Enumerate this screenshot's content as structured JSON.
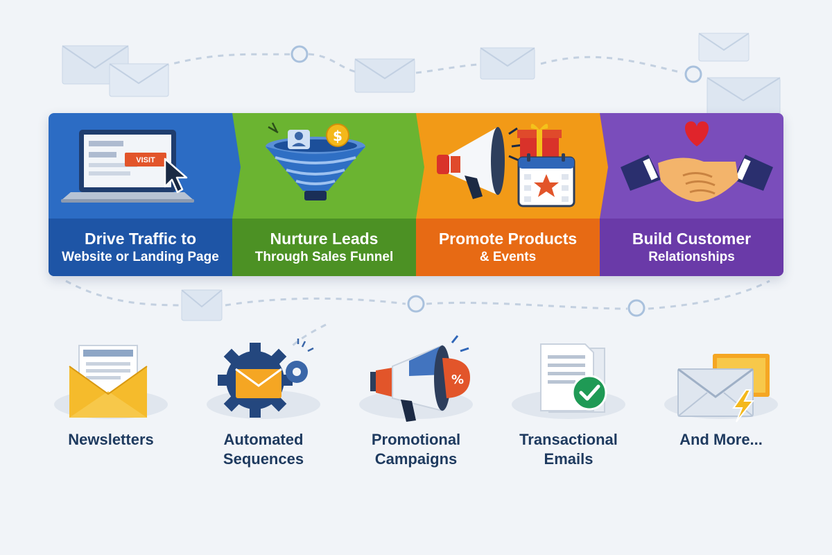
{
  "banner": {
    "panels": [
      {
        "line1": "Drive Traffic to",
        "line2": "Website or Landing Page",
        "badge": "VISIT",
        "color": "#2c6cc4"
      },
      {
        "line1": "Nurture Leads",
        "line2": "Through Sales Funnel",
        "badge": "$",
        "color": "#6bb431"
      },
      {
        "line1": "Promote Products",
        "line2": "& Events",
        "color": "#f29a17"
      },
      {
        "line1": "Build Customer",
        "line2": "Relationships",
        "color": "#7a4dbb"
      }
    ]
  },
  "email_types": [
    {
      "line1": "Newsletters",
      "line2": "",
      "icon": "newsletter-envelope-icon"
    },
    {
      "line1": "Automated",
      "line2": "Sequences",
      "icon": "gear-envelope-icon"
    },
    {
      "line1": "Promotional",
      "line2": "Campaigns",
      "icon": "megaphone-percent-icon",
      "badge": "%"
    },
    {
      "line1": "Transactional",
      "line2": "Emails",
      "icon": "document-checkmark-icon"
    },
    {
      "line1": "And More...",
      "line2": "",
      "icon": "envelope-lightning-icon"
    }
  ],
  "colors": {
    "text_dark": "#1e3a5f",
    "background": "#f1f4f8"
  }
}
